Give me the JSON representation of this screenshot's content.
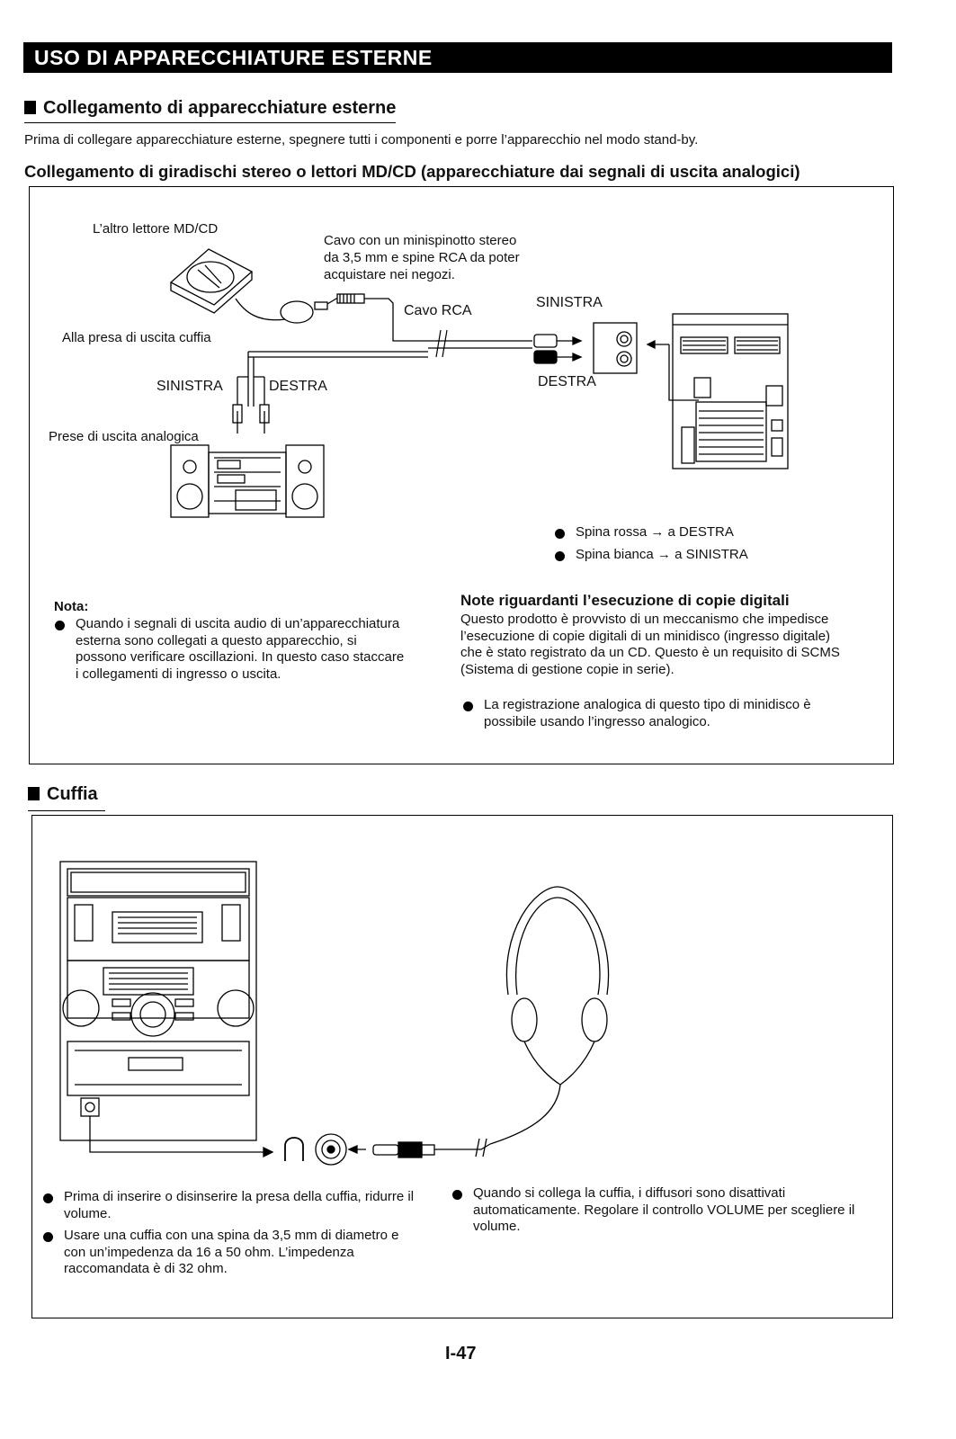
{
  "header": {
    "banner_title": "USO DI APPARECCHIATURE ESTERNE"
  },
  "section1": {
    "heading": "Collegamento di apparecchiature esterne",
    "intro": "Prima di collegare apparecchiature esterne, spegnere tutti i componenti e porre l’apparecchio nel modo stand-by.",
    "subheading": "Collegamento di giradischi stereo o lettori MD/CD (apparecchiature dai segnali di uscita analogici)",
    "diagram": {
      "other_player": "L’altro lettore MD/CD",
      "cable_desc": [
        "Cavo con un minispinotto stereo",
        "da 3,5 mm e spine RCA da poter",
        "acquistare nei negozi."
      ],
      "rca_cable": "Cavo RCA",
      "left_top": "SINISTRA",
      "headphone_out": "Alla presa di uscita cuffia",
      "left": "SINISTRA",
      "right": "DESTRA",
      "right_unit": "DESTRA",
      "analog_out": "Prese di uscita analogica",
      "plugs": [
        {
          "text": "Spina rossa → a DESTRA"
        },
        {
          "text": "Spina bianca → a SINISTRA"
        }
      ]
    },
    "note": {
      "title": "Nota:",
      "items": [
        {
          "text": "Quando i segnali di uscita audio di un’apparecchiatura esterna sono collegati a questo apparecchio, si possono verificare oscillazioni. In questo caso staccare i collegamenti di ingresso o uscita."
        }
      ]
    },
    "digital_note": {
      "title": "Note riguardanti l’esecuzione di copie digitali",
      "body": "Questo prodotto è provvisto di un meccanismo che impedisce l’esecuzione di copie digitali di un minidisco (ingresso digitale) che è stato registrato da un CD. Questo è un requisito di SCMS (Sistema di gestione copie in serie).",
      "items": [
        {
          "text": "La registrazione analogica di questo tipo di minidisco è possibile usando l’ingresso analogico."
        }
      ]
    }
  },
  "section2": {
    "heading": "Cuffia",
    "left_items": [
      {
        "text": "Prima di inserire o disinserire la presa della cuffia, ridurre il volume."
      },
      {
        "text": "Usare una cuffia con una spina da 3,5 mm di diametro e con un’impedenza da 16 a 50 ohm. L’impedenza raccomandata è di 32 ohm."
      }
    ],
    "right_items": [
      {
        "text": "Quando si collega la cuffia, i diffusori sono disattivati automaticamente. Regolare il controllo VOLUME per scegliere il volume."
      }
    ]
  },
  "footer": {
    "page_number": "I-47"
  }
}
